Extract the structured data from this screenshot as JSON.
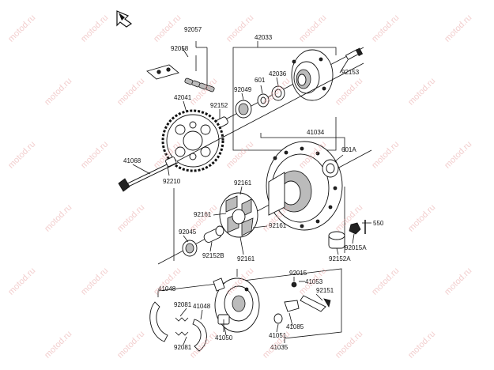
{
  "watermark": "motod.ru",
  "labels": {
    "p92057": "92057",
    "p92058": "92058",
    "p42033": "42033",
    "p92153": "92153",
    "p42036": "42036",
    "p601": "601",
    "p92049": "92049",
    "p42041": "42041",
    "p92152": "92152",
    "p41034": "41034",
    "p601A": "601A",
    "p41068": "41068",
    "p92210": "92210",
    "p92161a": "92161",
    "p92161b": "92161",
    "p92161c": "92161",
    "p92161d": "92161",
    "p550": "550",
    "p92045": "92045",
    "p92152B": "92152B",
    "p92015A": "92015A",
    "p92152A": "92152A",
    "p92015": "92015",
    "p41048a": "41048",
    "p41053": "41053",
    "p92081a": "92081",
    "p41048b": "41048",
    "p92151": "92151",
    "p41050": "41050",
    "p41085": "41085",
    "p41051": "41051",
    "p92081b": "92081",
    "p41035": "41035"
  }
}
